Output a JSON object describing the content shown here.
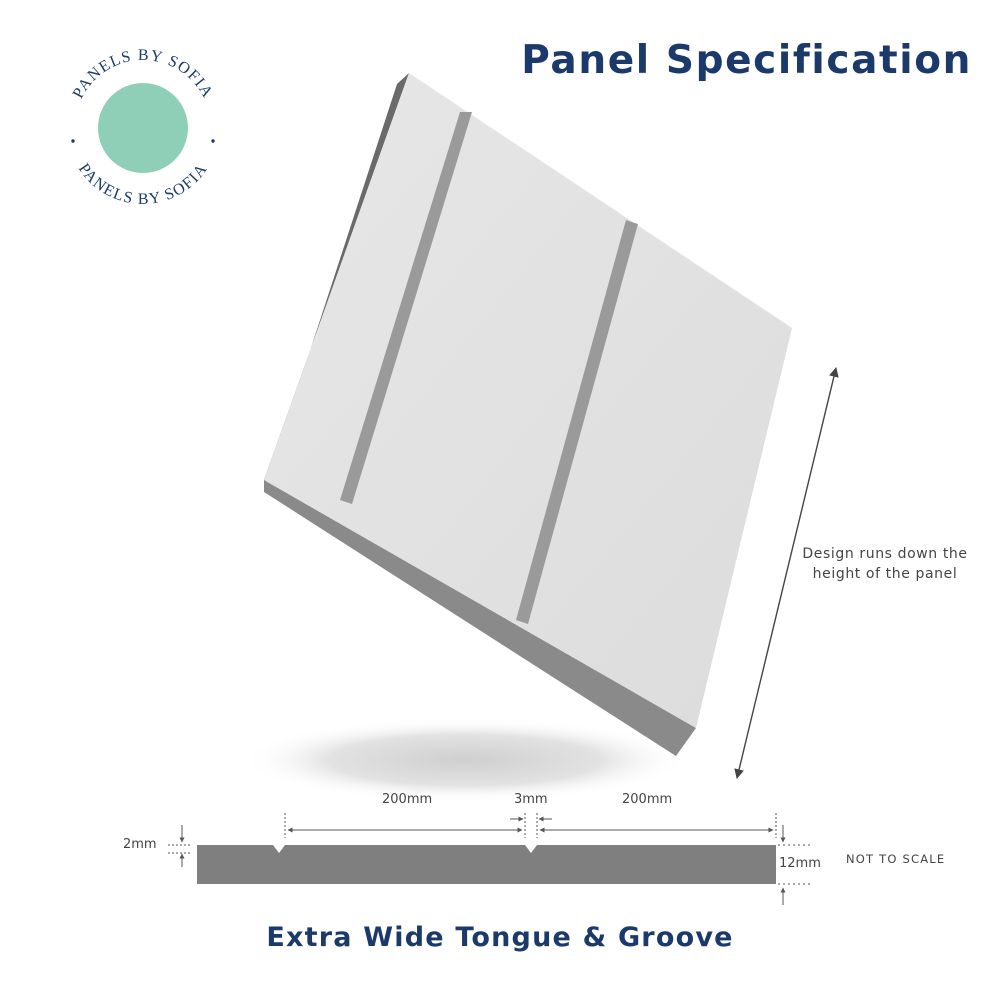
{
  "title": "Panel Specification",
  "logo": {
    "text_top": "PANELS BY SOFIA",
    "text_bottom": "PANELS BY SOFIA",
    "circle_color": "#8fcfb8",
    "text_color": "#1b3a6b"
  },
  "annotation": {
    "line1": "Design runs down the",
    "line2": "height of the panel"
  },
  "dimensions": {
    "width_left": "200mm",
    "groove_width": "3mm",
    "width_right": "200mm",
    "groove_depth": "2mm",
    "thickness": "12mm"
  },
  "scale_note": "NOT TO SCALE",
  "caption": "Extra Wide Tongue & Groove",
  "colors": {
    "title": "#1b3a6b",
    "panel_face": "#e4e4e4",
    "panel_edge": "#8a8a8a",
    "profile": "#7f7f7f"
  }
}
